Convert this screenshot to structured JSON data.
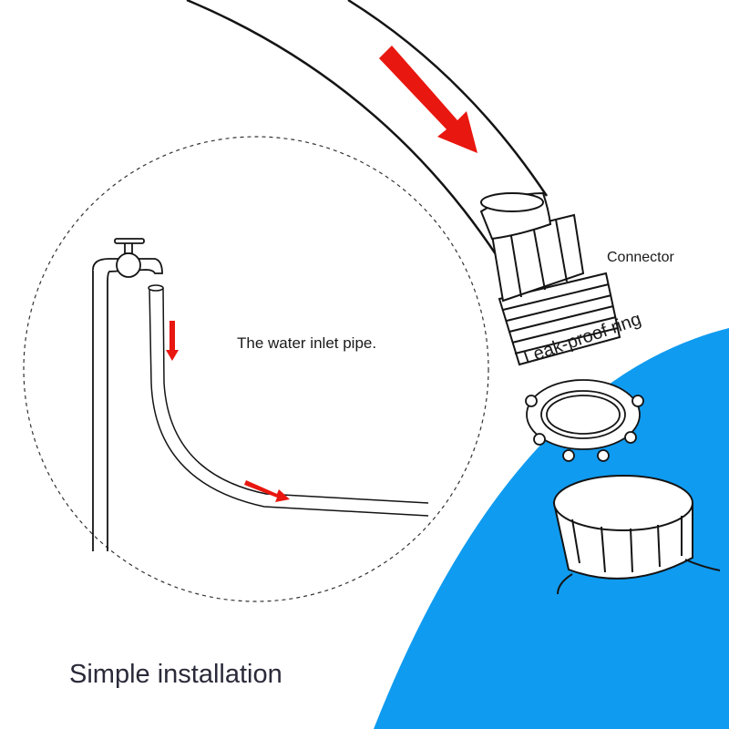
{
  "labels": {
    "inlet_pipe": "The water inlet pipe.",
    "connector": "Connector",
    "leak_proof_ring": "Leak-proof ring",
    "title": "Simple installation"
  },
  "colors": {
    "tank_blue": "#0f9bf0",
    "arrow_red": "#e8170f",
    "line": "#141414"
  },
  "icons": [
    "faucet-icon",
    "flow-arrow-icon",
    "connector-icon",
    "ring-icon",
    "cap-icon"
  ]
}
